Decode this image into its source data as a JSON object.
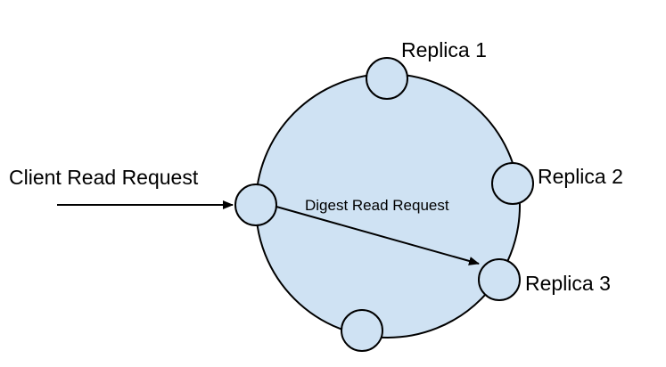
{
  "labels": {
    "client_request": "Client Read Request",
    "digest_request": "Digest Read Request",
    "replica_1": "Replica 1",
    "replica_2": "Replica 2",
    "replica_3": "Replica 3"
  },
  "colors": {
    "ring_fill": "#cfe2f3",
    "node_fill": "#cfe2f3",
    "stroke": "#000000",
    "background": "#ffffff"
  }
}
